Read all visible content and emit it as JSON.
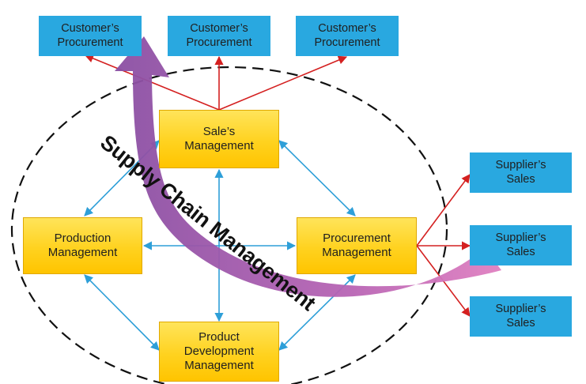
{
  "customers": [
    {
      "label": "Customer’s\nProcurement"
    },
    {
      "label": "Customer’s\nProcurement"
    },
    {
      "label": "Customer’s\nProcurement"
    }
  ],
  "suppliers": [
    {
      "label": "Supplier’s\nSales"
    },
    {
      "label": "Supplier’s\nSales"
    },
    {
      "label": "Supplier’s\nSales"
    }
  ],
  "internal": {
    "sales": "Sale’s\nManagement",
    "production": "Production\nManagement",
    "procurement": "Procurement\nManagement",
    "product_dev": "Product\nDevelopment\nManagement"
  },
  "banner": "Supply Chain Management",
  "colors": {
    "external_box": "#29a8e0",
    "internal_box": "#ffd21f",
    "internal_link": "#2e9fd8",
    "external_link": "#d42020",
    "banner_arrow_start": "#8a4fa3",
    "banner_arrow_end": "#e07fc0"
  }
}
